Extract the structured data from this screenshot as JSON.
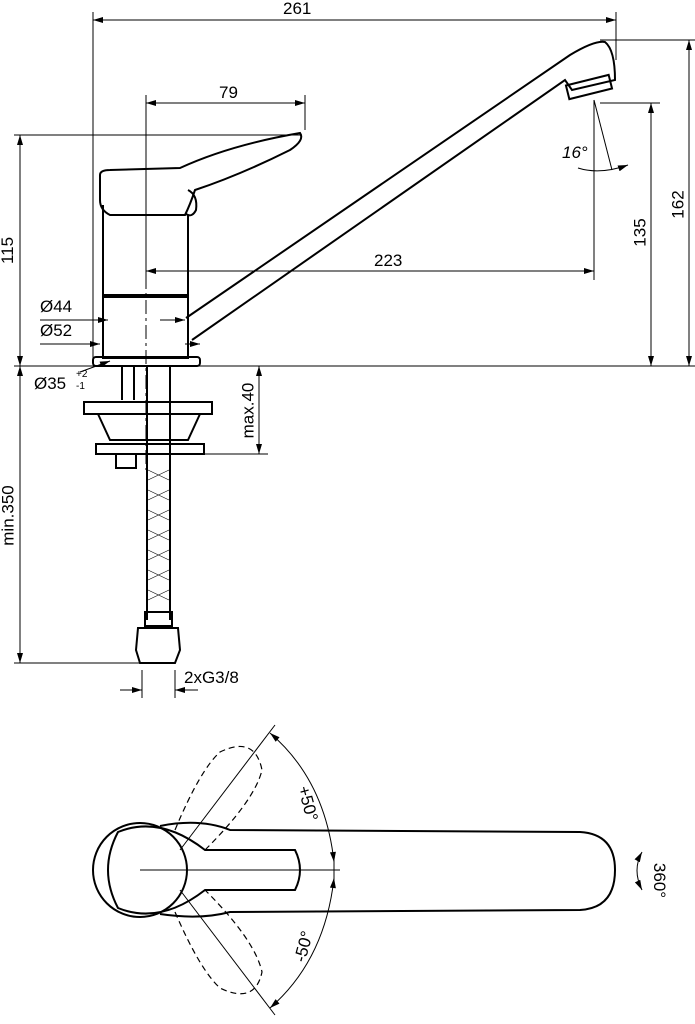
{
  "dimensions": {
    "total_width": "261",
    "handle_reach": "79",
    "body_height": "115",
    "total_height": "162",
    "spout_height": "135",
    "spout_reach": "223",
    "diameter_44": "Ø44",
    "diameter_52": "Ø52",
    "hole_diameter": "Ø35",
    "hole_tol_plus": "+2",
    "hole_tol_minus": "-1",
    "max_thickness": "max.40",
    "min_hose_length": "min.350",
    "connection": "2xG3/8",
    "spout_angle": "16°"
  },
  "top_view": {
    "handle_plus": "+50°",
    "handle_minus": "-50°",
    "spout_rotation": "360°"
  }
}
